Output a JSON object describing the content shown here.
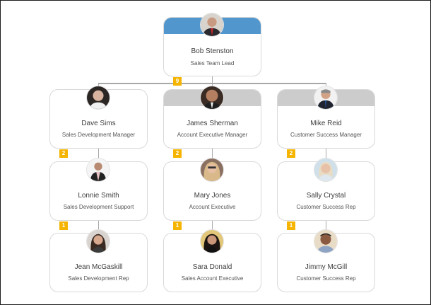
{
  "colors": {
    "root_header": "#5196cc",
    "manager_header": "#cccccc",
    "badge": "#f5b400",
    "connector": "#a8a8a8"
  },
  "root": {
    "name": "Bob Stenston",
    "title": "Sales Team Lead",
    "badge": "9",
    "avatar": "avatar-photo"
  },
  "columns": [
    {
      "manager": {
        "name": "Dave Sims",
        "title": "Sales Development Manager",
        "badge": "2"
      },
      "level2": {
        "name": "Lonnie Smith",
        "title": "Sales Development Support",
        "badge": "1"
      },
      "level3": {
        "name": "Jean McGaskill",
        "title": "Sales Development Rep"
      }
    },
    {
      "manager": {
        "name": "James Sherman",
        "title": "Account Executive Manager",
        "badge": "2"
      },
      "level2": {
        "name": "Mary Jones",
        "title": "Account Executive",
        "badge": "1"
      },
      "level3": {
        "name": "Sara Donald",
        "title": "Sales Account Executive"
      }
    },
    {
      "manager": {
        "name": "Mike Reid",
        "title": "Customer Success Manager",
        "badge": "2"
      },
      "level2": {
        "name": "Sally Crystal",
        "title": "Customer Success Rep",
        "badge": "1"
      },
      "level3": {
        "name": "Jimmy McGill",
        "title": "Customer Success Rep"
      }
    }
  ]
}
